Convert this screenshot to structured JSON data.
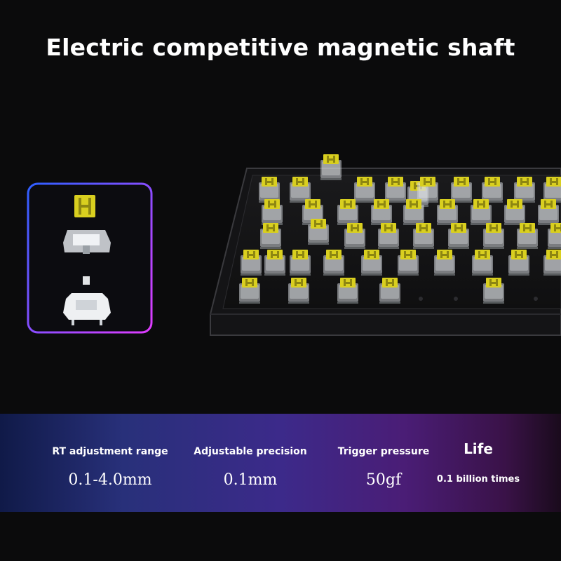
{
  "title": "Electric competitive magnetic shaft",
  "colors": {
    "switch_stem": "#d9cf1f",
    "background": "#0b0b0c",
    "frame_gradient_start": "#2e5fff",
    "frame_gradient_end": "#e13cff"
  },
  "specs": [
    {
      "label": "RT adjustment range",
      "value": "0.1-4.0mm"
    },
    {
      "label": "Adjustable precision",
      "value": "0.1mm"
    },
    {
      "label": "Trigger pressure",
      "value": "50gf"
    },
    {
      "label": "Life",
      "value": "0.1 billion times"
    }
  ]
}
